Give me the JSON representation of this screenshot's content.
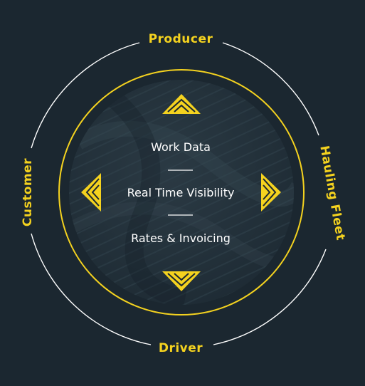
{
  "colors": {
    "background": "#1b2730",
    "accent": "#f4d21f",
    "ring": "#ffffff",
    "inner_fill": "#223039",
    "text": "#ffffff"
  },
  "outer_ring": {
    "top_label": "Producer",
    "right_label": "Hauling Fleet",
    "bottom_label": "Driver",
    "left_label": "Customer"
  },
  "inner_circle": {
    "items": [
      "Work Data",
      "Real Time Visibility",
      "Rates & Invoicing"
    ]
  },
  "icons": {
    "top": "chevron-up-icon",
    "bottom": "chevron-down-icon",
    "left": "chevron-left-icon",
    "right": "chevron-right-icon"
  }
}
